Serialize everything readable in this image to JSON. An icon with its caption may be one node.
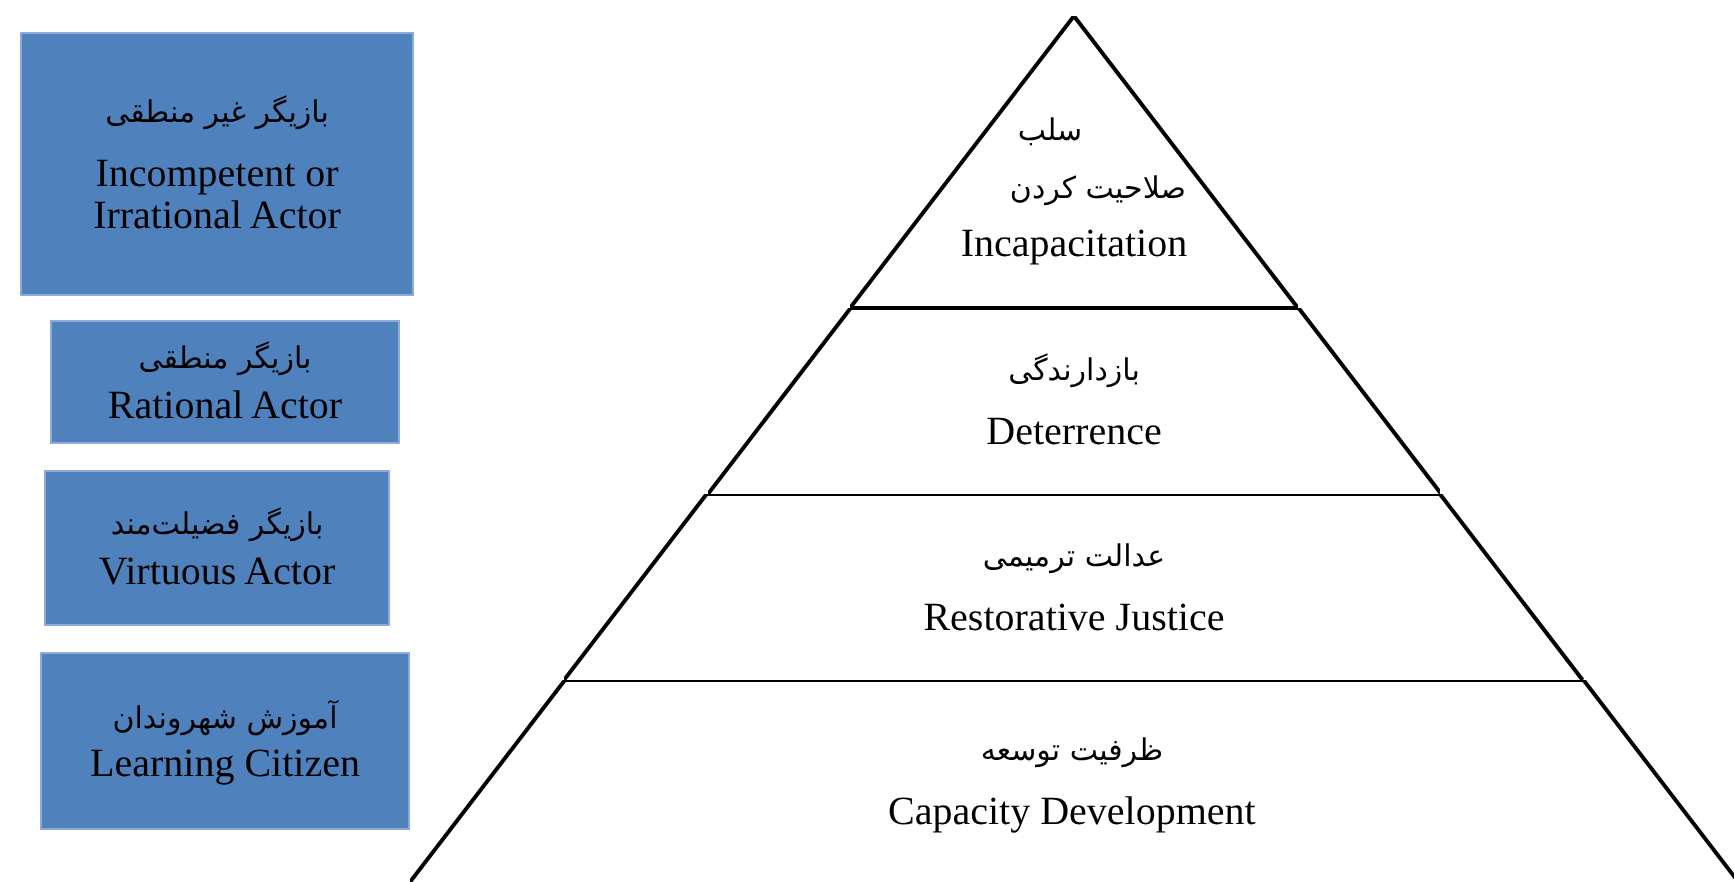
{
  "diagram": {
    "nodes": [
      {
        "text": [
          "بازیگر غیر منطقی",
          "Incompetent or Irrational Actor"
        ]
      },
      {
        "text": [
          "بازیگر منطقی",
          "Rational Actor"
        ]
      },
      {
        "text": [
          "بازیگر فضیلت‌مند",
          "Virtuous Actor"
        ]
      },
      {
        "text": [
          "آموزش شهروندان",
          "Learning Citizen"
        ]
      },
      {
        "text": [
          "سلب صلاحیت کردن",
          "Incapacitation"
        ]
      },
      {
        "text": [
          "بازدارندگی",
          "Deterrence"
        ]
      },
      {
        "text": [
          "عدالت ترمیمی",
          "Restorative Justice"
        ]
      },
      {
        "text": [
          "ظرفیت توسعه",
          "Capacity Development"
        ]
      }
    ]
  }
}
